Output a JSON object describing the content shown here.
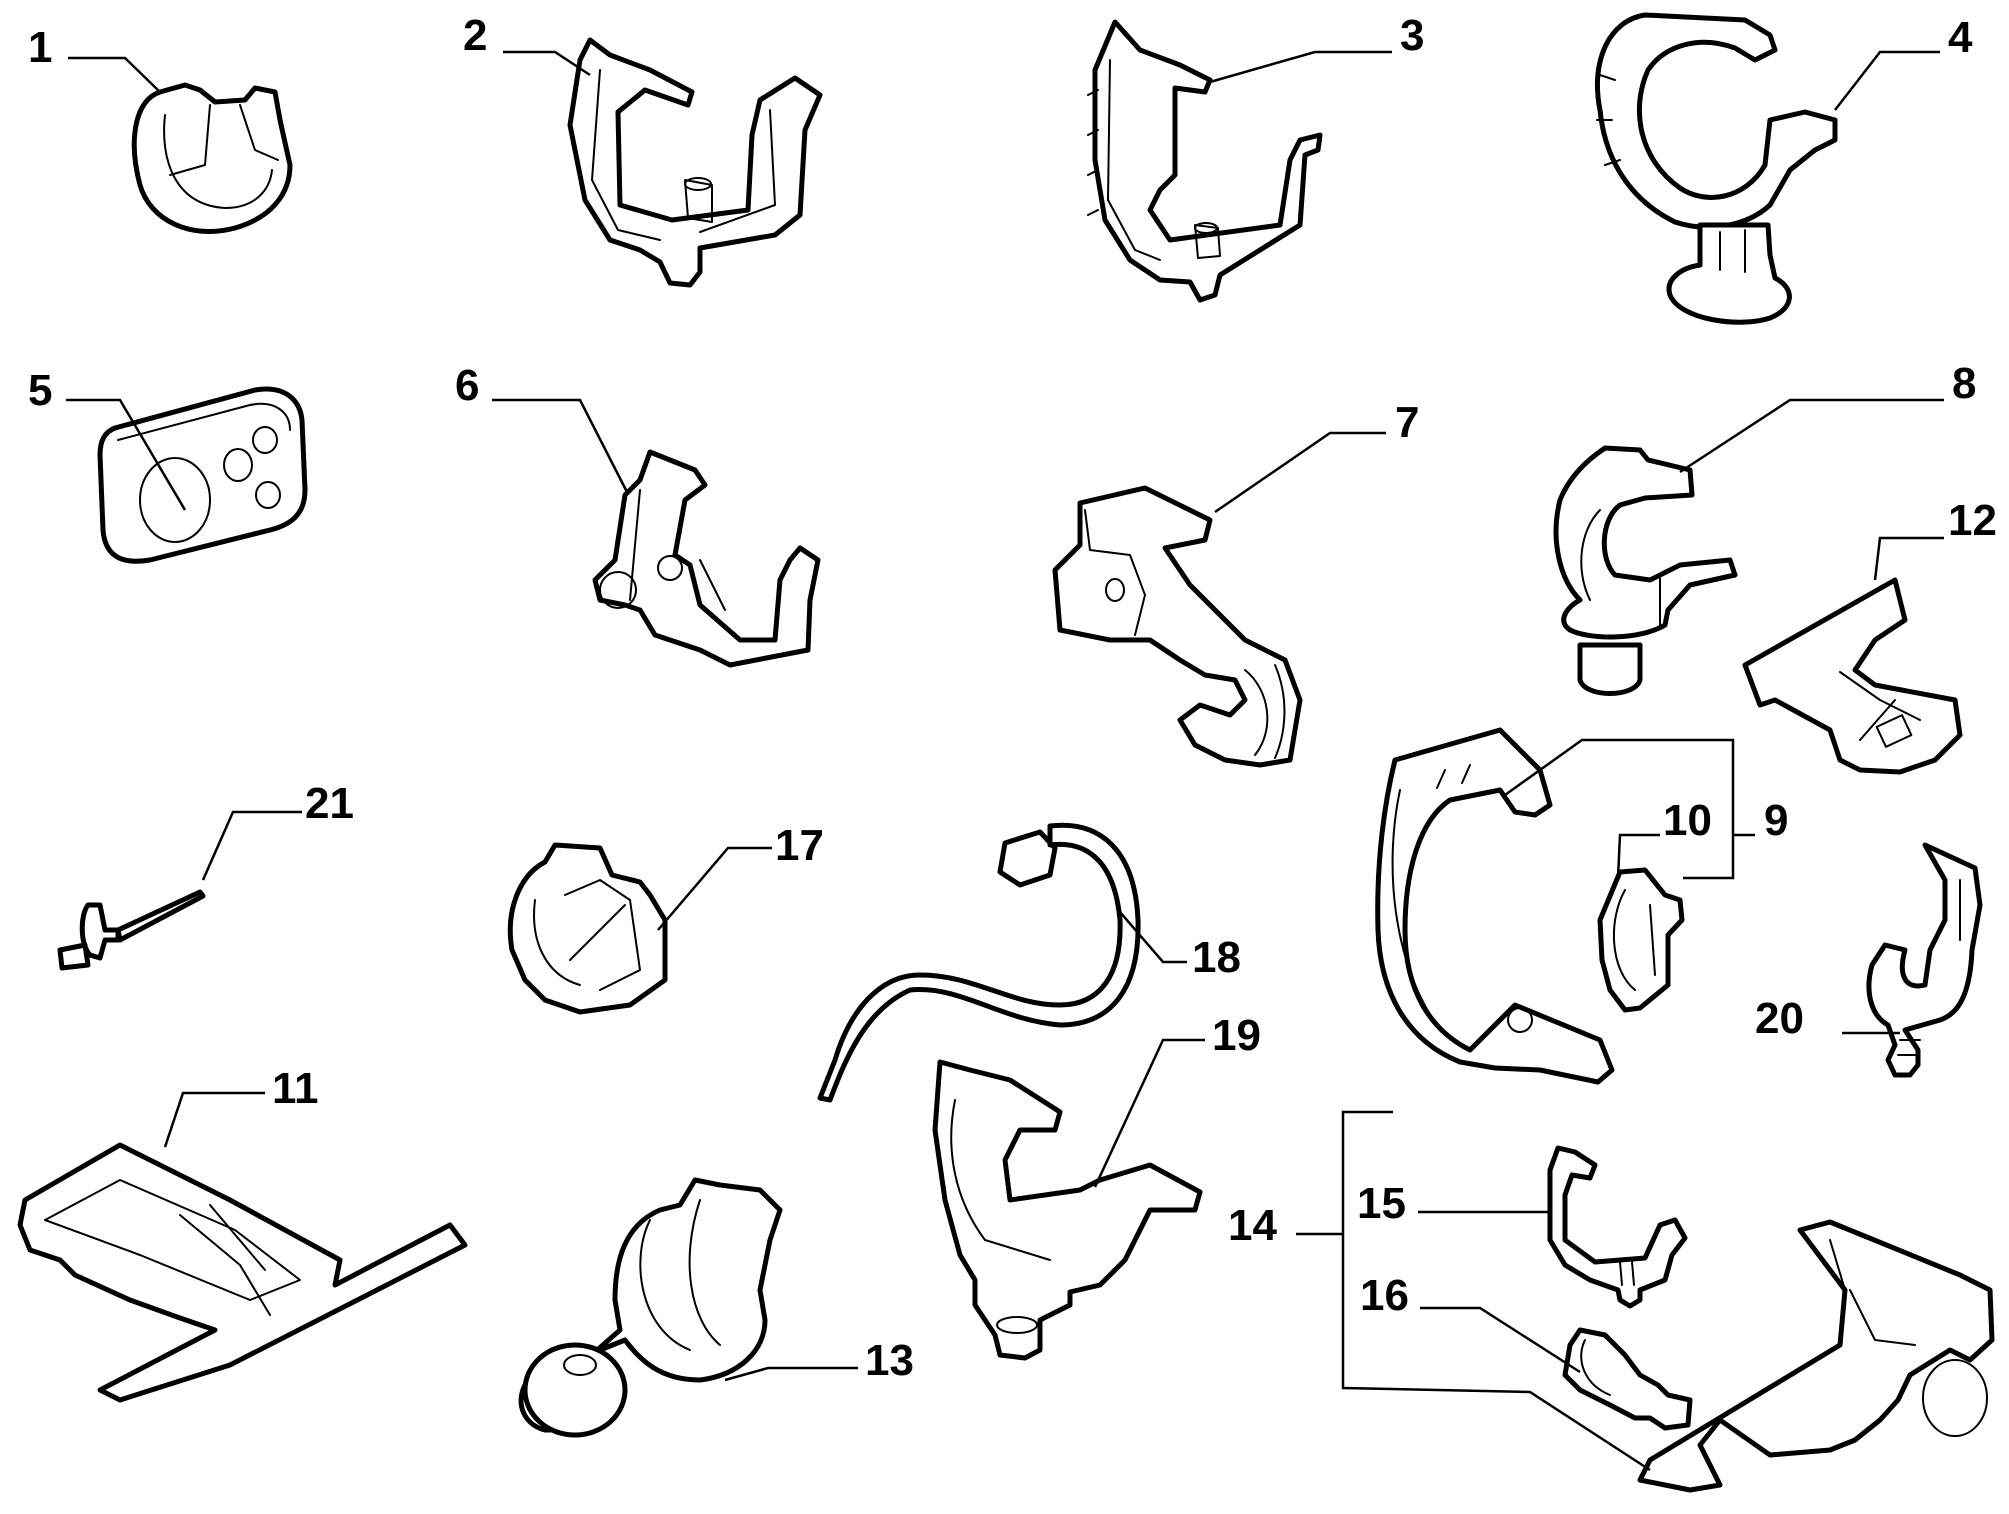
{
  "colors": {
    "background": "#ffffff",
    "line": "#000000"
  },
  "callouts": [
    "1",
    "2",
    "3",
    "4",
    "5",
    "6",
    "7",
    "8",
    "9",
    "10",
    "11",
    "12",
    "13",
    "14",
    "15",
    "16",
    "17",
    "18",
    "19",
    "20",
    "21"
  ]
}
